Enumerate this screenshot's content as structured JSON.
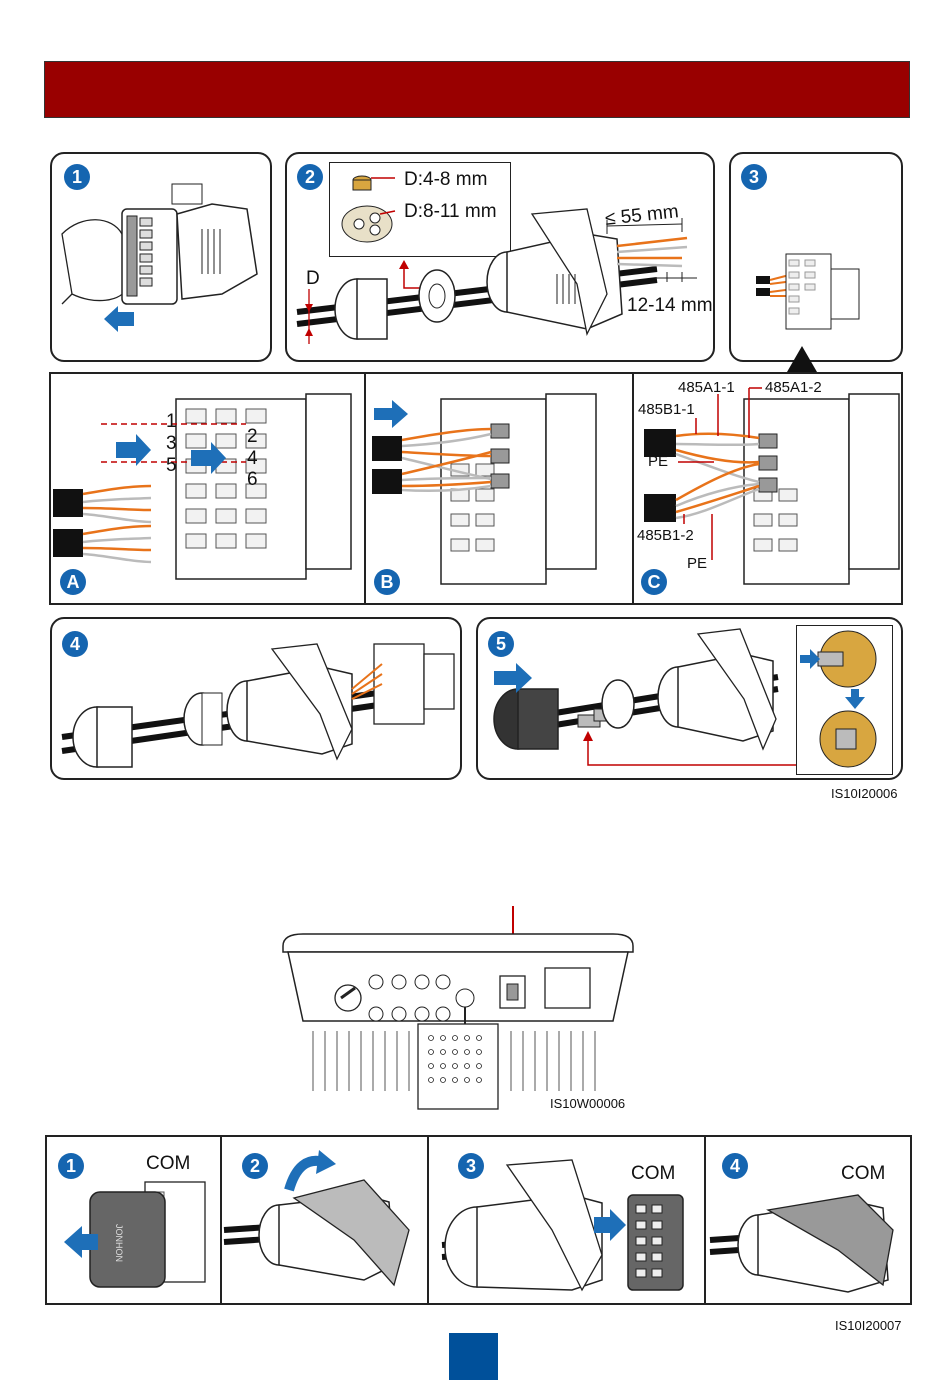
{
  "figure1": {
    "steps": [
      "1",
      "2",
      "3",
      "4",
      "5"
    ],
    "sub_steps": [
      "A",
      "B",
      "C"
    ],
    "labels": {
      "d_small": "D:4-8 mm",
      "d_large": "D:8-11 mm",
      "d": "D",
      "strip_len": "≤ 55 mm",
      "strip_end": "12-14 mm",
      "a1_1": "485A1-1",
      "a1_2": "485A1-2",
      "b1_1": "485B1-1",
      "b1_2": "485B1-2",
      "pe_1": "PE",
      "pe_2": "PE",
      "pin_1": "1",
      "pin_2": "2",
      "pin_3": "3",
      "pin_4": "4",
      "pin_5": "5",
      "pin_6": "6"
    },
    "code": "IS10I20006"
  },
  "figure2": {
    "code": "IS10W00006"
  },
  "figure3": {
    "steps": [
      "1",
      "2",
      "3",
      "4"
    ],
    "com_1": "COM",
    "com_3": "COM",
    "com_4": "COM",
    "code": "IS10I20007"
  },
  "colors": {
    "title_bar": "#990000",
    "badge": "#1565b0",
    "arrow": "#1e6fb8",
    "wire_orange": "#e8731a",
    "callout_red": "#c00000",
    "page_box": "#00509a"
  }
}
